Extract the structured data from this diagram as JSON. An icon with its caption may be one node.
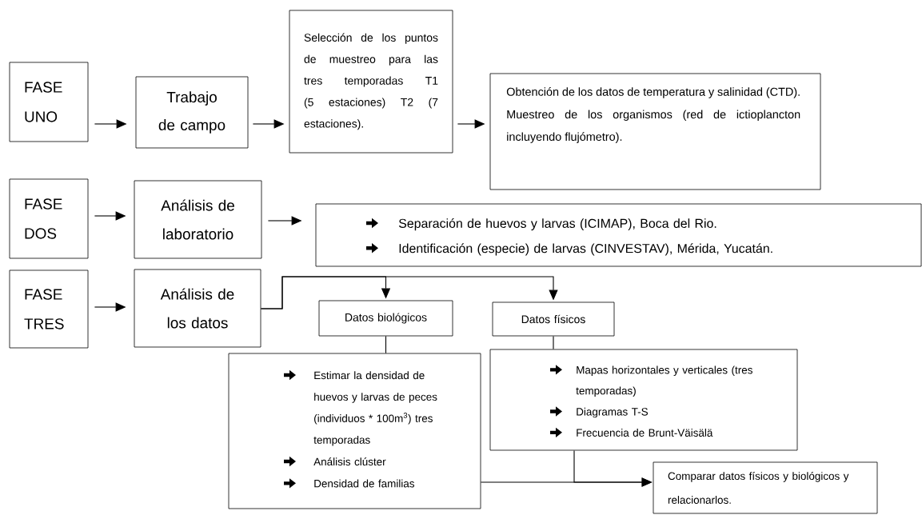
{
  "diagram": {
    "nodes": [
      {
        "text": [
          "FASE UNO"
        ]
      },
      {
        "text": [
          "Trabajo de campo"
        ]
      },
      {
        "text": [
          "Selección de los puntos de muestreo para las tres temporadas T1 (5 estaciones) T2 (7 estaciones)."
        ]
      },
      {
        "text": [
          "Obtención de los datos de temperatura y salinidad (CTD).",
          "Muestreo de los organismos (red de ictioplancton incluyendo flujómetro)."
        ]
      },
      {
        "text": [
          "FASE DOS"
        ]
      },
      {
        "text": [
          "Análisis de laboratorio"
        ]
      },
      {
        "text": [
          "Separación de huevos y larvas (ICIMAP), Boca del Rio.",
          "Identificación (especie) de larvas (CINVESTAV), Mérida, Yucatán."
        ]
      },
      {
        "text": [
          "FASE TRES"
        ]
      },
      {
        "text": [
          "Análisis de los datos"
        ]
      },
      {
        "text": [
          "Datos biológicos"
        ]
      },
      {
        "text": [
          "Datos físicos"
        ]
      },
      {
        "text": [
          "Estimar la densidad de huevos y larvas de peces (individuos * 100m$^{3}$) tres temporadas",
          "Análisis clúster",
          "Densidad de familias"
        ]
      },
      {
        "text": [
          "Mapas horizontales y verticales (tres temporadas)",
          "Diagramas T-S",
          "Frecuencia de Brunt-Väisälä"
        ]
      },
      {
        "text": [
          "Comparar datos físicos y biológicos y relacionarlos."
        ]
      }
    ],
    "edges": [
      {
        "from": 0,
        "to": 1,
        "arrow": "to"
      },
      {
        "from": 1,
        "to": 2,
        "arrow": "to"
      },
      {
        "from": 2,
        "to": 3,
        "arrow": "to"
      },
      {
        "from": 4,
        "to": 5,
        "arrow": "to"
      },
      {
        "from": 5,
        "to": 6,
        "arrow": "to"
      },
      {
        "from": 7,
        "to": 8,
        "arrow": "to"
      },
      {
        "from": 8,
        "to": 9,
        "arrow": "to"
      },
      {
        "from": 8,
        "to": 10,
        "arrow": "to"
      },
      {
        "from": 9,
        "to": 11,
        "arrow": "none"
      },
      {
        "from": 10,
        "to": 12,
        "arrow": "none"
      },
      {
        "from": 11,
        "to": 13,
        "arrow": "to"
      },
      {
        "from": 12,
        "to": 13,
        "arrow": "to"
      }
    ]
  }
}
